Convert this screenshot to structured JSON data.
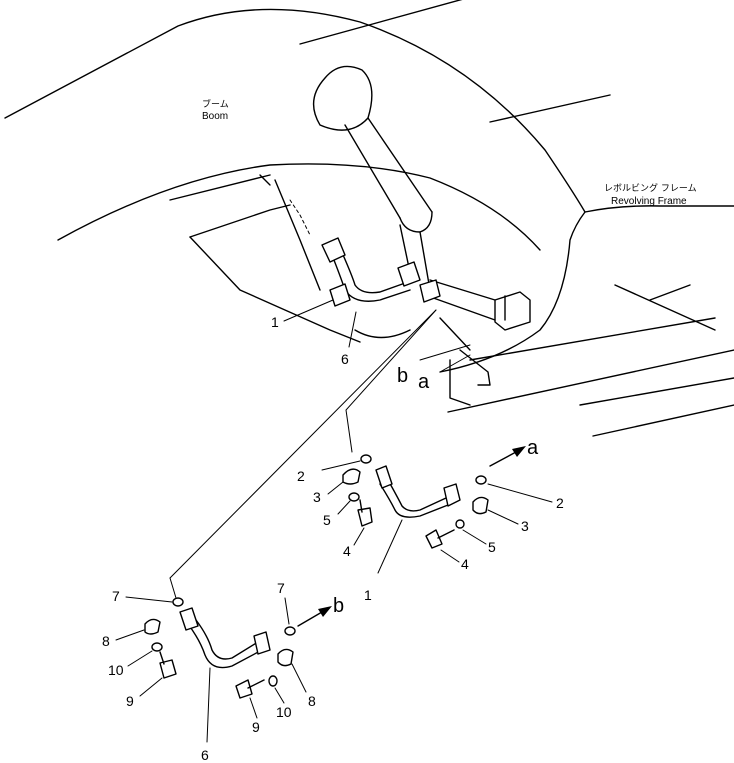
{
  "labels": {
    "boom_jp": "ブーム",
    "boom": "Boom",
    "frame_jp": "レボルビング フレーム",
    "frame": "Revolving Frame"
  },
  "arrows": {
    "a": "a",
    "b": "b"
  },
  "callouts": {
    "c1": "1",
    "c6": "6",
    "c2a": "2",
    "c3a": "3",
    "c5a": "5",
    "c4a": "4",
    "c1b": "1",
    "c2b": "2",
    "c3b": "3",
    "c5b": "5",
    "c4b": "4",
    "c7a": "7",
    "c8a": "8",
    "c10a": "10",
    "c9a": "9",
    "c6b": "6",
    "c7b": "7",
    "c8b": "8",
    "c10b": "10",
    "c9b": "9"
  }
}
